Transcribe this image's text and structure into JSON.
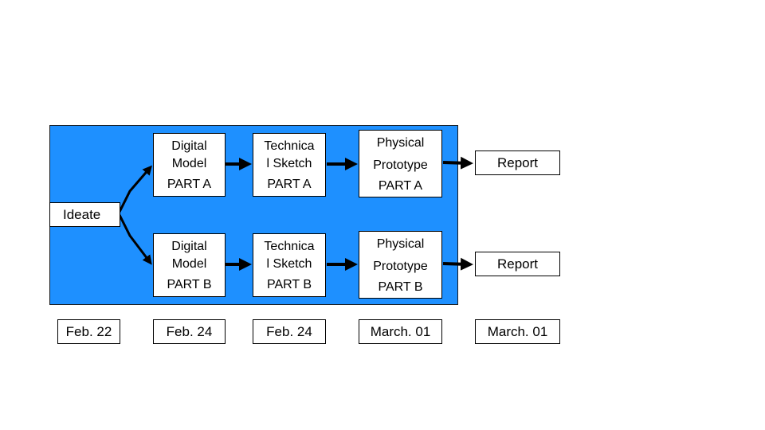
{
  "colors": {
    "panel": "#1e90ff",
    "box": "#ffffff",
    "border": "#000000",
    "arrow": "#000000"
  },
  "ideate": "Ideate",
  "row_a": {
    "digital_model": [
      "Digital",
      "Model"
    ],
    "technical_sketch": [
      "Technica",
      "l Sketch"
    ],
    "physical_prototype": [
      "Physical",
      "Prototype"
    ],
    "part": "PART A",
    "report": "Report"
  },
  "row_b": {
    "digital_model": [
      "Digital",
      "Model"
    ],
    "technical_sketch": [
      "Technica",
      "l Sketch"
    ],
    "physical_prototype": [
      "Physical",
      "Prototype"
    ],
    "part": "PART B",
    "report": "Report"
  },
  "dates": [
    "Feb. 22",
    "Feb. 24",
    "Feb. 24",
    "March. 01",
    "March. 01"
  ]
}
